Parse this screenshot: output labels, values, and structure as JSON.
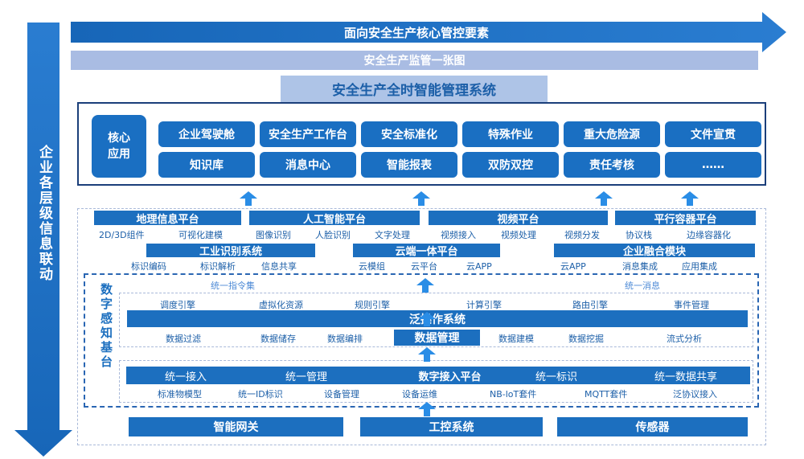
{
  "left_arrow_label": "企业各层级信息联动",
  "top_arrow_label": "面向安全生产核心管控要素",
  "supervision_bar": "安全生产监管一张图",
  "system_title": "安全生产全时智能管理系统",
  "core": {
    "label": "核心应用",
    "row1": [
      "企业驾驶舱",
      "安全生产工作台",
      "安全标准化",
      "特殊作业",
      "重大危险源",
      "文件宣贯"
    ],
    "row2": [
      "知识库",
      "消息中心",
      "智能报表",
      "双防双控",
      "责任考核",
      "……"
    ]
  },
  "platforms_row1": [
    {
      "title": "地理信息平台",
      "items": [
        "2D/3D组件",
        "可视化建模"
      ]
    },
    {
      "title": "人工智能平台",
      "items": [
        "图像识别",
        "人脸识别",
        "文字处理"
      ]
    },
    {
      "title": "视频平台",
      "items": [
        "视频接入",
        "视频处理",
        "视频分发"
      ]
    },
    {
      "title": "平行容器平台",
      "items": [
        "协议栈",
        "边缘容器化"
      ]
    }
  ],
  "platforms_row2": [
    {
      "title": "工业识别系统",
      "items": [
        "标识编码",
        "标识解析",
        "信息共享"
      ]
    },
    {
      "title": "云端一体平台",
      "items": [
        "云模组",
        "云平台",
        "云APP"
      ]
    },
    {
      "title": "企业融合模块",
      "items": [
        "云APP",
        "消息集成",
        "应用集成"
      ]
    }
  ],
  "digital_base": {
    "title": "数字感知基台",
    "unified_command": "统一指令集",
    "unified_message": "统一消息",
    "engines": [
      "调度引擎",
      "虚拟化资源",
      "规则引擎",
      "计算引擎",
      "路由引擎",
      "事件管理"
    ],
    "os_title": "泛操作系统",
    "data_items_left": [
      "数据过滤",
      "数据储存",
      "数据编排"
    ],
    "data_mgmt": "数据管理",
    "data_items_right": [
      "数据建模",
      "数据挖掘",
      "流式分析"
    ],
    "access_bar": [
      "统一接入",
      "统一管理",
      "数字接入平台",
      "统一标识",
      "统一数据共享"
    ],
    "access_items": [
      "标准物模型",
      "统一ID标识",
      "设备管理",
      "设备运维",
      "NB-loT套件",
      "MQTT套件",
      "泛协议接入"
    ]
  },
  "bottom": [
    "智能网关",
    "工控系统",
    "传感器"
  ],
  "colors": {
    "primary": "#1a6fc2",
    "light": "#a9bce3",
    "dark_border": "#1b3f7a",
    "accent_text": "#1c5fa8"
  }
}
